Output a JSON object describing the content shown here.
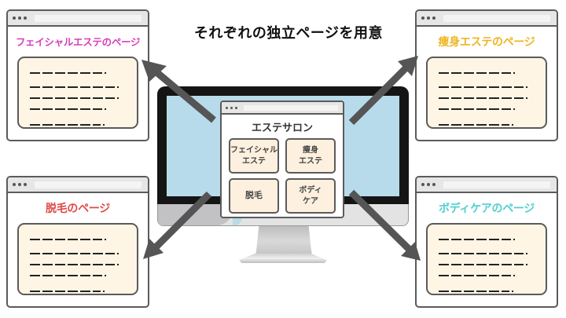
{
  "headline": "それぞれの独立ページを用意",
  "colors": {
    "outline": "#5b5b5b",
    "card_bg": "#fff5e4",
    "screen": "#b7dbea",
    "arrow": "#555555"
  },
  "pages": [
    {
      "id": "facial",
      "title": "フェイシャルエステのページ",
      "color": "#d63fb8"
    },
    {
      "id": "slimming",
      "title": "痩身エステのページ",
      "color": "#edb521"
    },
    {
      "id": "hair-removal",
      "title": "脱毛のページ",
      "color": "#e04848"
    },
    {
      "id": "body-care",
      "title": "ボディケアのページ",
      "color": "#4fcfcf"
    }
  ],
  "salon_site": {
    "heading": "エステサロン",
    "buttons": [
      {
        "label": "フェイシャル\nエステ"
      },
      {
        "label": "痩身\nエステ"
      },
      {
        "label": "脱毛"
      },
      {
        "label": "ボディ\nケア"
      }
    ]
  },
  "icons": {
    "window_dots": "three-dots-icon",
    "arrows": [
      "arrow-up-left-icon",
      "arrow-up-right-icon",
      "arrow-down-left-icon",
      "arrow-down-right-icon"
    ]
  }
}
